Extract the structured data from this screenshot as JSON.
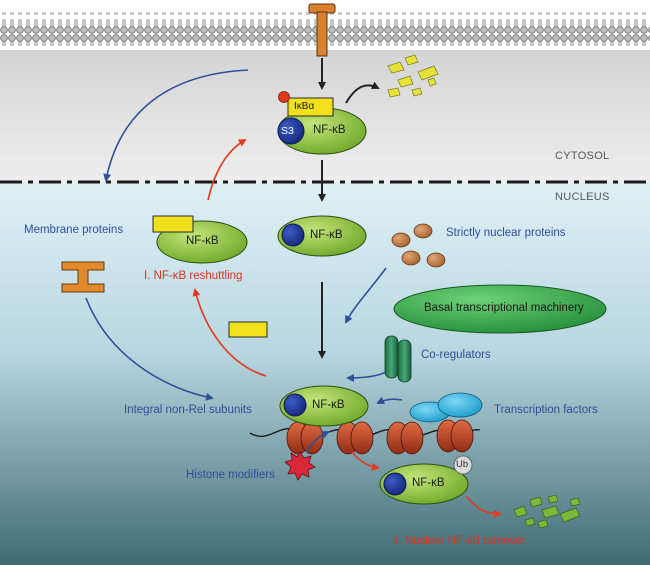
{
  "compartments": {
    "cytosol": "CYTOSOL",
    "nucleus": "NUCLEUS"
  },
  "molecules": {
    "ikba": "IκBα",
    "nfkb": "NF-κB",
    "s3": "S3",
    "ub": "Ub",
    "basal_machinery": "Basal transcriptional machinery"
  },
  "labels": {
    "membrane_proteins": "Membrane proteins",
    "strictly_nuclear": "Strictly nuclear proteins",
    "co_regulators": "Co-regulators",
    "integral_non_rel": "Integral non-Rel subunits",
    "transcription_factors": "Transcription factors",
    "histone_modifiers": "Histone modifiers",
    "reshuttling": "I. NF-κB reshuttling",
    "turnover": "II. Nuclear NF-κB turnover"
  },
  "colors": {
    "membrane": "#9a9a9a",
    "cytosol_bg": "#e6e6e6",
    "nucleus_bg_top": "#d9eef5",
    "nucleus_bg_bottom": "#3f6a74",
    "nfkb_green": "#8cc63f",
    "ikba_yellow": "#f2e01c",
    "s3_blue": "#1f3a9a",
    "basal_green": "#3fae49",
    "tf_cyan": "#29b7e6",
    "nucleosome": "#c0492a",
    "arrow_blue": "#2e4f9a",
    "arrow_red": "#e23a1e",
    "arrow_black": "#222222"
  }
}
